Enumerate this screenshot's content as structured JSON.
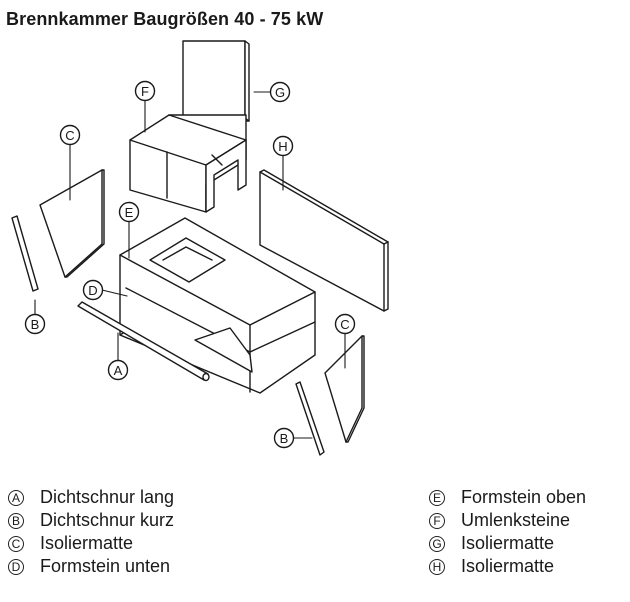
{
  "title": "Brennkammer Baugrößen 40 - 75 kW",
  "callouts": [
    "A",
    "B",
    "B",
    "C",
    "C",
    "D",
    "E",
    "F",
    "G",
    "H"
  ],
  "legend_left": [
    {
      "letter": "A",
      "text": "Dichtschnur lang"
    },
    {
      "letter": "B",
      "text": "Dichtschnur kurz"
    },
    {
      "letter": "C",
      "text": "Isoliermatte"
    },
    {
      "letter": "D",
      "text": "Formstein unten"
    }
  ],
  "legend_right": [
    {
      "letter": "E",
      "text": "Formstein oben"
    },
    {
      "letter": "F",
      "text": "Umlenksteine"
    },
    {
      "letter": "G",
      "text": "Isoliermatte"
    },
    {
      "letter": "H",
      "text": "Isoliermatte"
    }
  ]
}
